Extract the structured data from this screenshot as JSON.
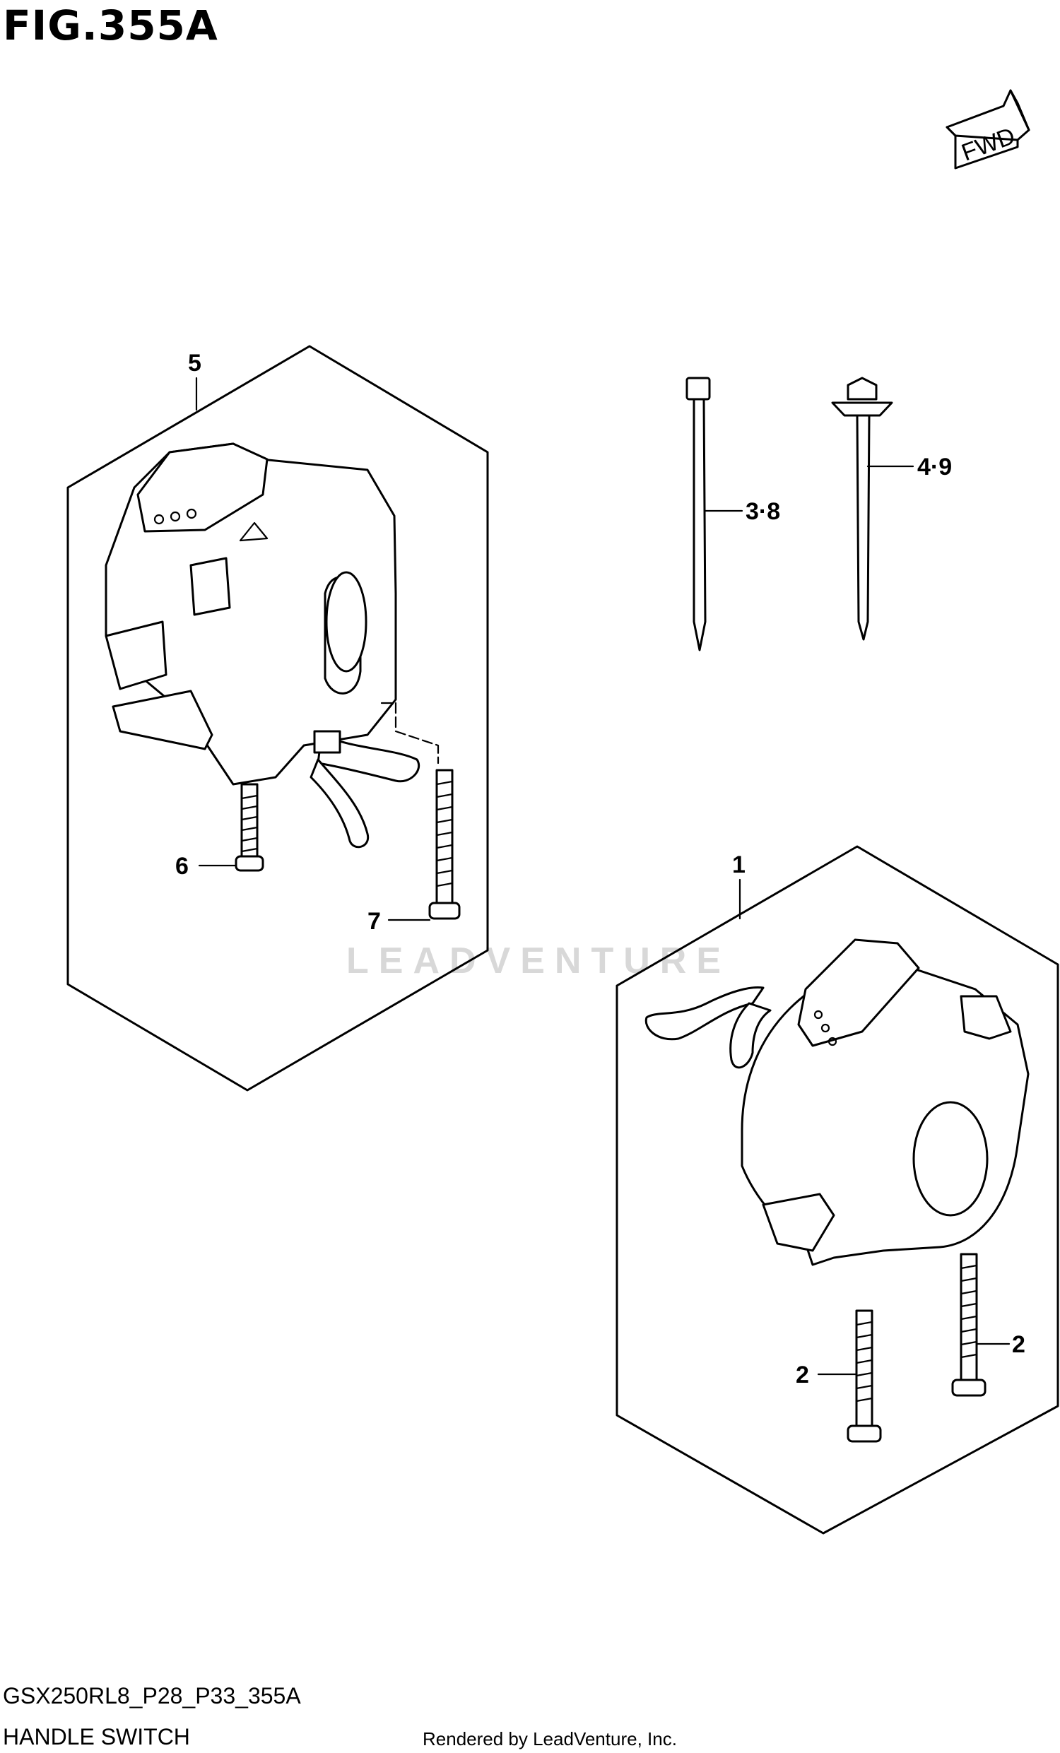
{
  "figure": {
    "title": "FIG.355A",
    "forward_label": "FWD"
  },
  "parts": {
    "p1": "1",
    "p2a": "2",
    "p2b": "2",
    "p38": "3·8",
    "p49": "4·9",
    "p5": "5",
    "p6": "6",
    "p7": "7"
  },
  "footer": {
    "model_code": "GSX250RL8_P28_P33_355A",
    "section_name": "HANDLE SWITCH",
    "rendered_by": "Rendered by LeadVenture, Inc."
  },
  "watermark": "LEADVENTURE"
}
